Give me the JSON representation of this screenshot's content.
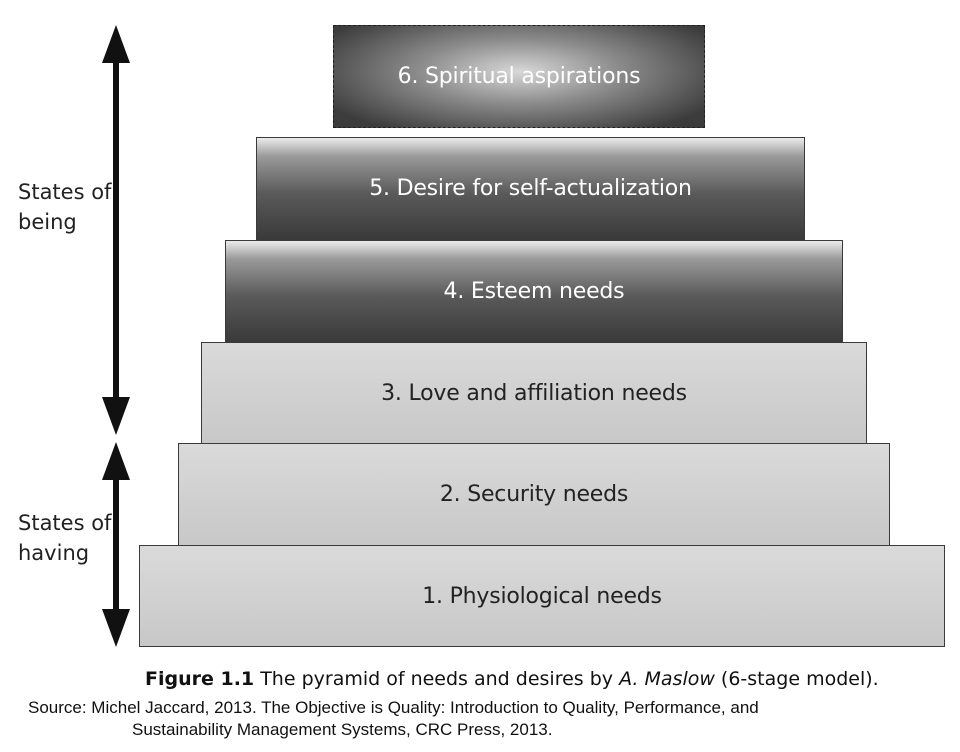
{
  "labels": {
    "states_of_being": "States of\nbeing",
    "states_of_having": "States of\nhaving"
  },
  "tiers": [
    {
      "label": "6. Spiritual aspirations"
    },
    {
      "label": "5. Desire for self-actualization"
    },
    {
      "label": "4. Esteem needs"
    },
    {
      "label": "3. Love and affiliation needs"
    },
    {
      "label": "2. Security needs"
    },
    {
      "label": "1. Physiological needs"
    }
  ],
  "caption": {
    "figure_number": "Figure 1.1",
    "text_before": " The pyramid of needs and desires by ",
    "author": "A. Maslow",
    "text_after": " (6-stage model)."
  },
  "source": {
    "line1": "Source: Michel Jaccard, 2013. The Objective is Quality: Introduction to Quality, Performance, and",
    "line2": "Sustainability Management Systems, CRC Press, 2013."
  }
}
